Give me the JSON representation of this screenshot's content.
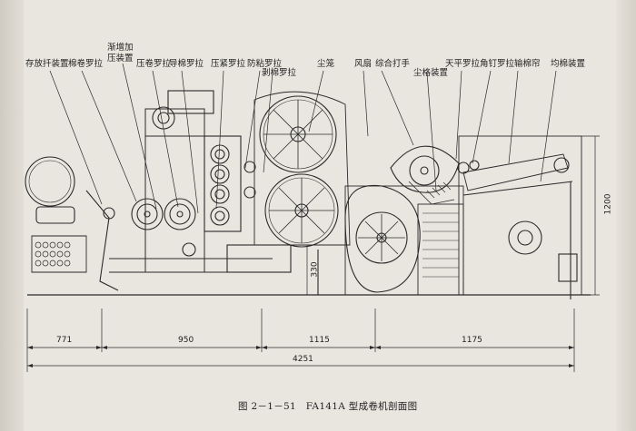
{
  "labels": {
    "storage_lever": "存放扦装置",
    "lap_roller": "棉卷罗拉",
    "gradual_press_1": "渐增加",
    "gradual_press_2": "压装置",
    "calender_roller": "压卷罗拉",
    "guide_roller": "导棉罗拉",
    "compact_roller": "压紧罗拉",
    "anti_stick_roller": "防粘罗拉",
    "stripping_roller": "剥棉罗拉",
    "cage": "尘笼",
    "fan": "风扇",
    "beater": "综合打手",
    "grid_bars": "尘格装置",
    "balance_roller": "天平罗拉",
    "spiked_roller": "角钉罗拉",
    "lattice": "输棉帘",
    "evener": "均棉装置"
  },
  "dimensions": {
    "d1": "771",
    "d2": "950",
    "d3": "1115",
    "d4": "1175",
    "total": "4251",
    "height": "1200",
    "drum": "330"
  },
  "caption": "图 2－1－51　FA141A 型成卷机剖面图"
}
